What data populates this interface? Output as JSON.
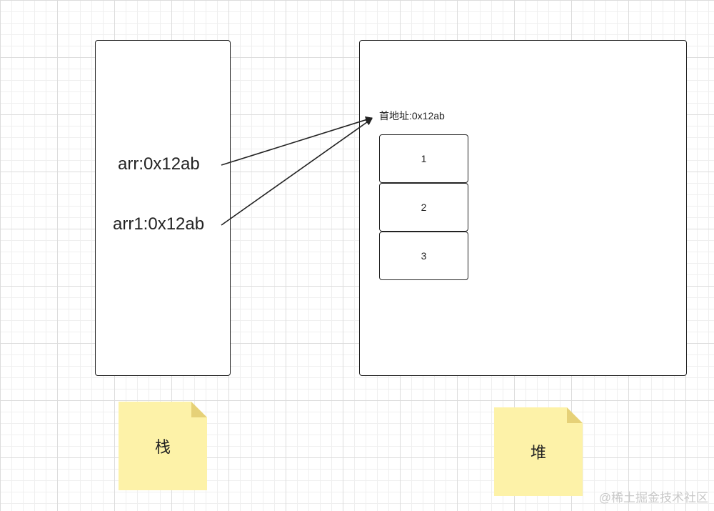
{
  "stack": {
    "vars": [
      "arr:0x12ab",
      "arr1:0x12ab"
    ],
    "note_label": "栈"
  },
  "heap": {
    "address_label": "首地址:0x12ab",
    "cells": [
      "1",
      "2",
      "3"
    ],
    "note_label": "堆"
  },
  "colors": {
    "note": "#fdf2a8",
    "stroke": "#222222"
  },
  "watermark": "@稀土掘金技术社区"
}
